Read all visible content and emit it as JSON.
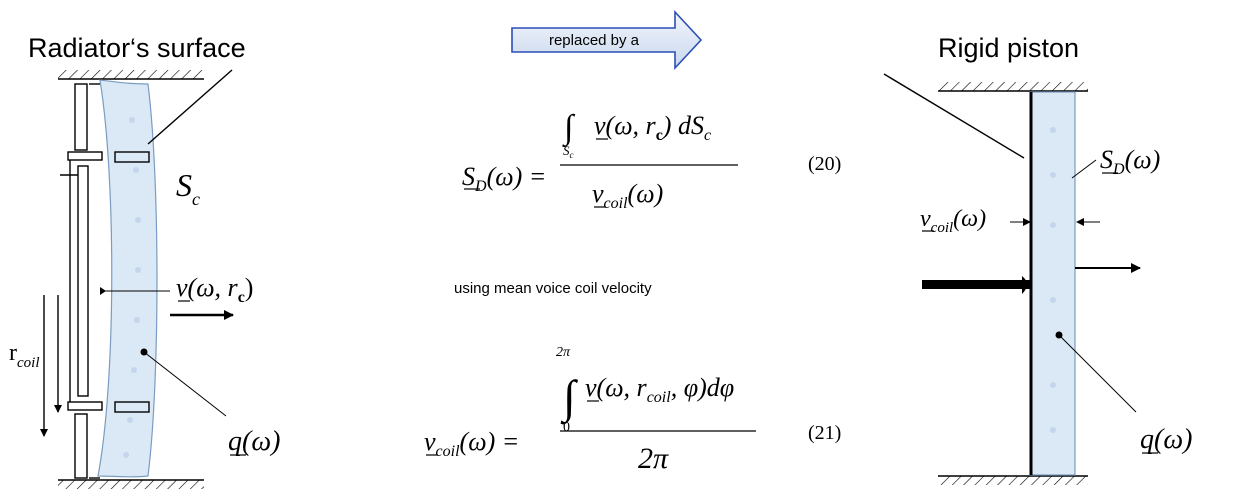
{
  "left": {
    "title": "Radiator‘s surface",
    "surface_symbol": "S",
    "surface_subscript": "c",
    "velocity_label": "v(ω, r",
    "velocity_label_sub": "c",
    "velocity_label_close": ")",
    "radius_label": "r",
    "radius_label_sub": "coil",
    "volume_velocity_label": "q(ω)"
  },
  "center": {
    "arrow_text": "replaced by a",
    "eq20": {
      "lhs": "S",
      "lhs_sub": "D",
      "lhs_arg": "(ω) =",
      "integral": "∫",
      "integral_sub": "S",
      "integral_sub_sub": "c",
      "numerator": "v(ω, r",
      "numerator_sub": "c",
      "numerator_tail": ") dS",
      "numerator_tail_sub": "c",
      "denominator": "v",
      "denominator_sub": "coil",
      "denominator_arg": "(ω)",
      "number": "(20)"
    },
    "note": "using mean voice coil velocity",
    "eq21": {
      "lhs": "v",
      "lhs_sub": "coil",
      "lhs_arg": "(ω) =",
      "upper_limit": "2π",
      "lower_limit": "0",
      "integral": "∫",
      "numerator": "v(ω, r",
      "numerator_sub": "coil",
      "numerator_tail": ", φ)dφ",
      "denominator": "2π",
      "number": "(21)"
    }
  },
  "right": {
    "title": "Rigid piston",
    "surface_label": "S",
    "surface_label_sub": "D",
    "surface_label_arg": "(ω)",
    "velocity_label": "v",
    "velocity_label_sub": "coil",
    "velocity_label_arg": "(ω)",
    "volume_velocity_label": "q(ω)"
  },
  "colors": {
    "radiator_fill": "#dbe9f6",
    "radiator_stroke": "#7a9cc0",
    "arrow_fill_top": "#eef3fb",
    "arrow_fill_bottom": "#cfdcee",
    "arrow_stroke": "#2b4fb5",
    "line": "#000000"
  }
}
